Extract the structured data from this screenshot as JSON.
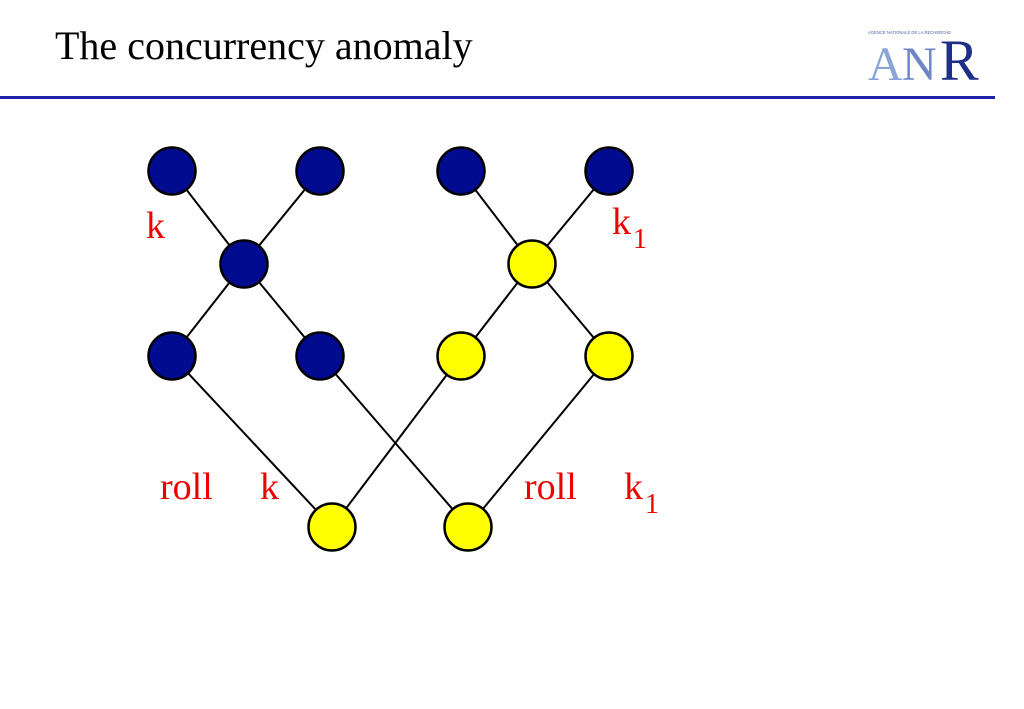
{
  "slide": {
    "title": "The concurrency anomaly"
  },
  "logo": {
    "caption": "AGENCE NATIONALE DE LA RECHERCHE",
    "letters": "ANR"
  },
  "colors": {
    "title_rule": "#1f1fa8",
    "node_blue": "#000b8f",
    "node_yellow": "#ffff00",
    "label_red": "#ee0000",
    "edge": "#000000"
  },
  "labels": {
    "k": "k",
    "k1_base": "k",
    "k1_sub": "1",
    "roll_k_word": "roll",
    "roll_k_var": "k",
    "roll_k1_word": "roll",
    "roll_k1_var": "k",
    "roll_k1_sub": "1"
  },
  "nodes": [
    {
      "id": "n1",
      "color": "blue"
    },
    {
      "id": "n2",
      "color": "blue"
    },
    {
      "id": "n3",
      "color": "blue"
    },
    {
      "id": "n4",
      "color": "blue"
    },
    {
      "id": "m1",
      "color": "blue"
    },
    {
      "id": "m2",
      "color": "yellow"
    },
    {
      "id": "l1",
      "color": "blue"
    },
    {
      "id": "l2",
      "color": "blue"
    },
    {
      "id": "l3",
      "color": "yellow"
    },
    {
      "id": "l4",
      "color": "yellow"
    },
    {
      "id": "b1",
      "color": "yellow"
    },
    {
      "id": "b2",
      "color": "yellow"
    }
  ],
  "edges": [
    [
      "n1",
      "m1"
    ],
    [
      "n2",
      "m1"
    ],
    [
      "n3",
      "m2"
    ],
    [
      "n4",
      "m2"
    ],
    [
      "m1",
      "l1"
    ],
    [
      "m1",
      "l2"
    ],
    [
      "m2",
      "l3"
    ],
    [
      "m2",
      "l4"
    ],
    [
      "l1",
      "b1"
    ],
    [
      "l3",
      "b1"
    ],
    [
      "l2",
      "b2"
    ],
    [
      "l4",
      "b2"
    ]
  ]
}
